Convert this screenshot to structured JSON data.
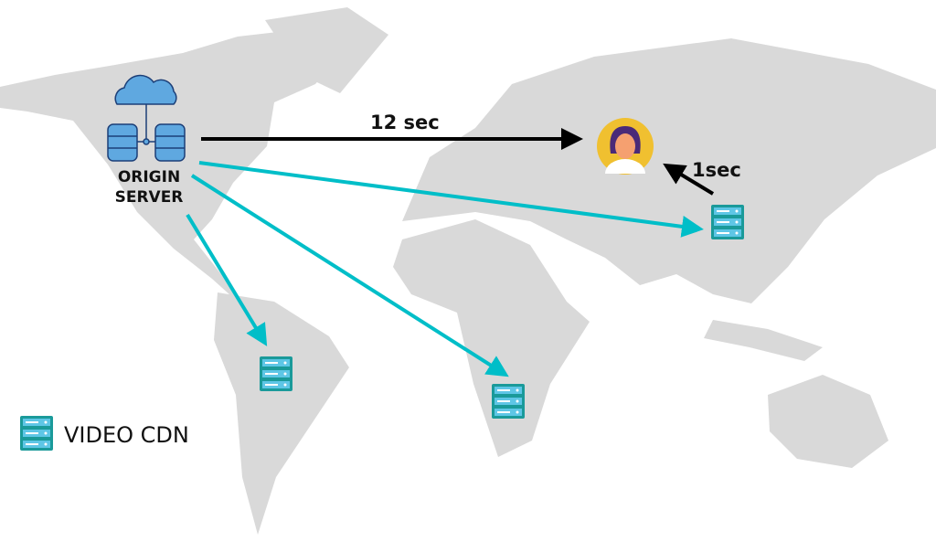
{
  "origin": {
    "line1": "ORIGIN",
    "line2": "SERVER"
  },
  "latency": {
    "origin_to_user": "12 sec",
    "cdn_to_user": "1sec"
  },
  "legend": {
    "label": "VIDEO CDN",
    "icon": "server-rack-icon"
  },
  "colors": {
    "land": "#d9d9d9",
    "cdn_arrow": "#00bec8",
    "direct_arrow": "#000000",
    "server_frame": "#1a9a9a",
    "server_slot": "#5ec6e6",
    "cloud": "#5fa8e0",
    "user_bg": "#f0c030"
  },
  "icons": {
    "origin": "cloud-database-icon",
    "user": "user-avatar-icon"
  }
}
